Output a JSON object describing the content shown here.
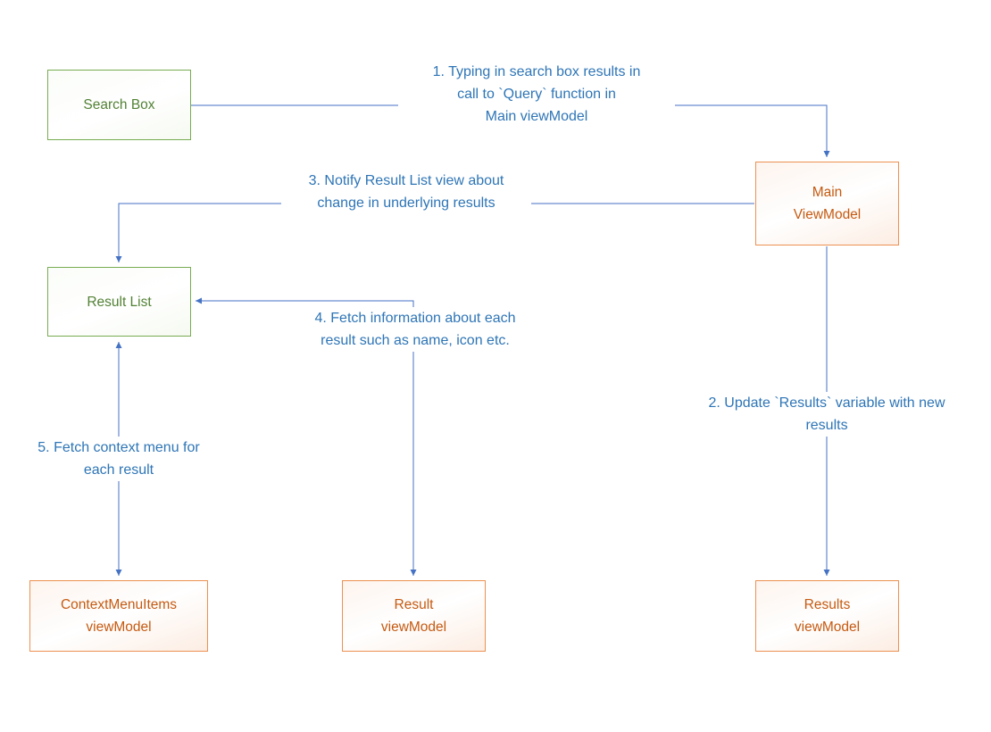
{
  "diagram": {
    "title": "MVVM search flow diagram",
    "colors": {
      "view_border": "#77AC51",
      "view_text": "#538135",
      "viewmodel_border": "#EC9152",
      "viewmodel_text": "#C55A11",
      "arrow": "#4472C4",
      "annotation_text": "#2E75B6",
      "background": "#ffffff"
    },
    "nodes": {
      "search_box": {
        "type": "view",
        "lines": [
          "Search Box"
        ]
      },
      "main_viewmodel": {
        "type": "viewmodel",
        "lines": [
          "Main",
          "ViewModel"
        ]
      },
      "result_list": {
        "type": "view",
        "lines": [
          "Result List"
        ]
      },
      "contextmenuitems_viewmodel": {
        "type": "viewmodel",
        "lines": [
          "ContextMenuItems",
          "viewModel"
        ]
      },
      "result_viewmodel": {
        "type": "viewmodel",
        "lines": [
          "Result",
          "viewModel"
        ]
      },
      "results_viewmodel": {
        "type": "viewmodel",
        "lines": [
          "Results",
          "viewModel"
        ]
      }
    },
    "annotations": {
      "step1": {
        "lines": [
          "1. Typing in search box results in",
          "call to `Query` function in",
          "Main viewModel"
        ]
      },
      "step2": {
        "lines": [
          "2. Update `Results` variable with new",
          "results"
        ]
      },
      "step3": {
        "lines": [
          "3. Notify Result List view about",
          "change in underlying results"
        ]
      },
      "step4": {
        "lines": [
          "4. Fetch information about each",
          "result such as name, icon etc."
        ]
      },
      "step5": {
        "lines": [
          "5. Fetch context menu for",
          "each result"
        ]
      }
    },
    "edges": [
      {
        "step": 1,
        "from": "search_box",
        "to": "main_viewmodel"
      },
      {
        "step": 2,
        "from": "main_viewmodel",
        "to": "results_viewmodel"
      },
      {
        "step": 3,
        "from": "main_viewmodel",
        "to": "result_list"
      },
      {
        "step": 4,
        "from": "result_viewmodel",
        "to": "result_list",
        "bidirectional": true
      },
      {
        "step": 5,
        "from": "result_list",
        "to": "contextmenuitems_viewmodel",
        "bidirectional": true
      }
    ]
  }
}
